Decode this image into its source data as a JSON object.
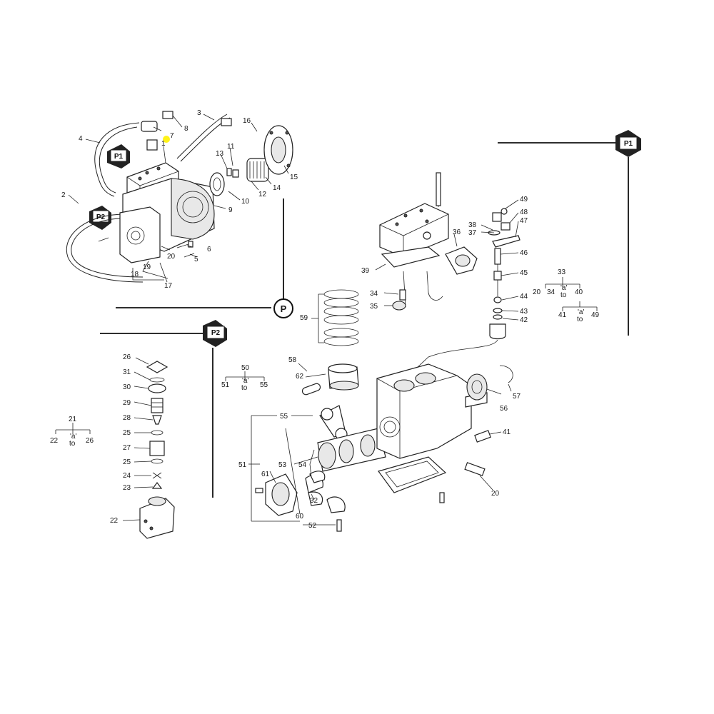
{
  "references": {
    "p1": "P1",
    "p2": "P2",
    "p": "P"
  },
  "callouts": {
    "n1": "1",
    "n2": "2",
    "n3": "3",
    "n4": "4",
    "n5": "5",
    "n6": "6",
    "n7": "7",
    "n8": "8",
    "n9": "9",
    "n10": "10",
    "n11": "11",
    "n12": "12",
    "n13": "13",
    "n14": "14",
    "n15": "15",
    "n16": "16",
    "n17": "17",
    "n18": "18",
    "n19": "19",
    "n20": "20",
    "n20b": "20",
    "n21": "21",
    "n22": "22",
    "n22b": "22",
    "n23": "23",
    "n24": "24",
    "n25": "25",
    "n25b": "25",
    "n26": "26",
    "n26b": "26",
    "n27": "27",
    "n28": "28",
    "n29": "29",
    "n30": "30",
    "n31": "31",
    "n32": "32",
    "n33": "33",
    "n34": "34",
    "n34b": "34",
    "n35": "35",
    "n36": "36",
    "n37": "37",
    "n38": "38",
    "n39": "39",
    "n40": "40",
    "n41": "41",
    "n41b": "41",
    "n42": "42",
    "n43": "43",
    "n44": "44",
    "n45": "45",
    "n46": "46",
    "n47": "47",
    "n48": "48",
    "n49": "49",
    "n49b": "49",
    "n50": "50",
    "n51": "51",
    "n51b": "51",
    "n52": "52",
    "n53": "53",
    "n54": "54",
    "n55": "55",
    "n55b": "55",
    "n56": "56",
    "n57": "57",
    "n58": "58",
    "n59": "59",
    "n60": "60",
    "n61": "61",
    "n62": "62",
    "n20c": "20"
  },
  "ranges": {
    "a_to": "'a'",
    "to": "to"
  },
  "colors": {
    "line": "#222222",
    "highlight": "#fff200",
    "tag_fill": "#222222"
  }
}
